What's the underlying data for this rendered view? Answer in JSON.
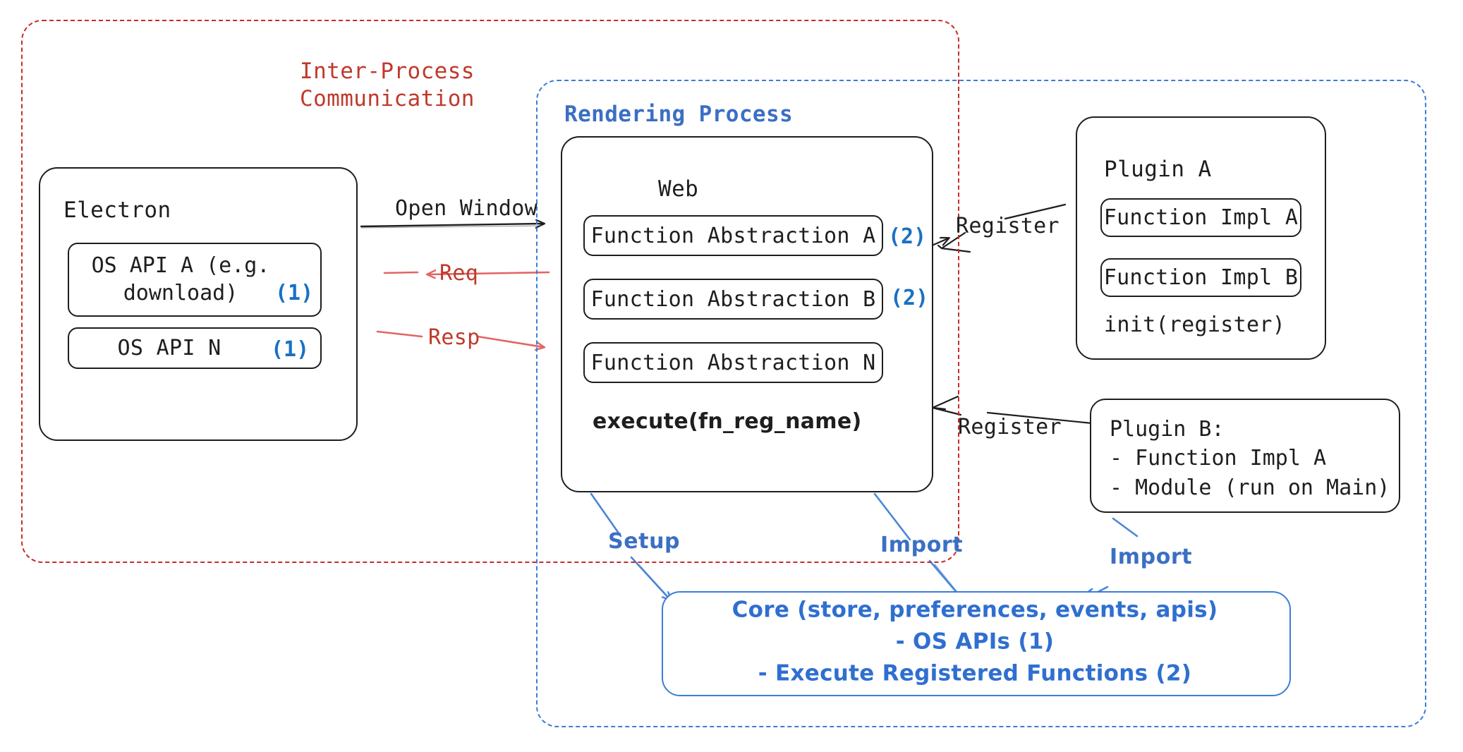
{
  "diagram": {
    "title": "Electron plugin architecture",
    "colors": {
      "ipc_red": "#c0392b",
      "render_blue": "#3b6fc4",
      "badge_blue": "#1971c2",
      "ink": "#1e1e1e",
      "core_blue": "#2f6fd0"
    }
  },
  "frames": {
    "ipc": {
      "title": "Inter-Process\nCommunication",
      "color": "#c92a2a"
    },
    "rendering": {
      "title": "Rendering Process",
      "color": "#3b7dd8"
    }
  },
  "electron": {
    "title": "Electron",
    "apis": [
      {
        "label": "OS API A (e.g.\ndownload)",
        "badge": "(1)"
      },
      {
        "label": "OS API N",
        "badge": "(1)"
      }
    ]
  },
  "web": {
    "title": "Web",
    "abstractions": [
      {
        "label": "Function Abstraction A",
        "badge": "(2)"
      },
      {
        "label": "Function Abstraction B",
        "badge": "(2)"
      },
      {
        "label": "Function Abstraction N",
        "badge": ""
      }
    ],
    "method": "execute(fn_reg_name)"
  },
  "plugin_a": {
    "title": "Plugin A",
    "functions": [
      "Function Impl A",
      "Function Impl B"
    ],
    "method": "init(register)"
  },
  "plugin_b": {
    "lines": "Plugin B:\n- Function Impl A\n- Module (run on Main)"
  },
  "core": {
    "text": "Core (store, preferences, events, apis)\n- OS APIs (1)\n- Execute Registered Functions (2)"
  },
  "edges": {
    "open_window": "Open Window",
    "req": "Req",
    "resp": "Resp",
    "register_top": "Register",
    "register_bottom": "Register",
    "setup": "Setup",
    "import_web": "Import",
    "import_plugin": "Import"
  }
}
